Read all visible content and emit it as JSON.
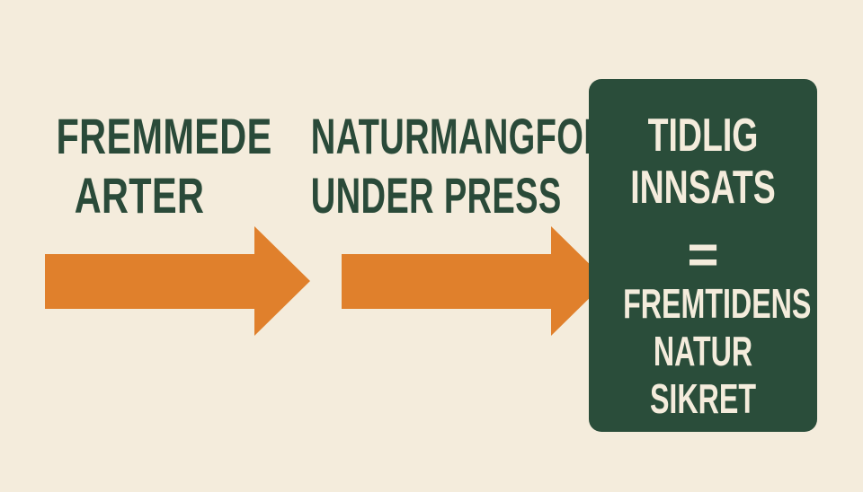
{
  "colors": {
    "background": "#f4ecdc",
    "text_dark_green": "#2a4a39",
    "arrow_orange": "#e0802c",
    "box_green": "#2a4d3a",
    "box_text": "#f4ecdc"
  },
  "steps": [
    {
      "lines": [
        "FREMMEDE",
        "ARTER"
      ]
    },
    {
      "lines": [
        "NATURMANGFOLD",
        "UNDER PRESS"
      ]
    }
  ],
  "arrows": [
    {
      "icon": "right-arrow-icon"
    },
    {
      "icon": "right-arrow-icon"
    }
  ],
  "result_box": {
    "headline_lines": [
      "TIDLIG",
      "INNSATS"
    ],
    "equals": "=",
    "result_lines": [
      "FREMTIDENS",
      "NATUR",
      "SIKRET"
    ]
  }
}
